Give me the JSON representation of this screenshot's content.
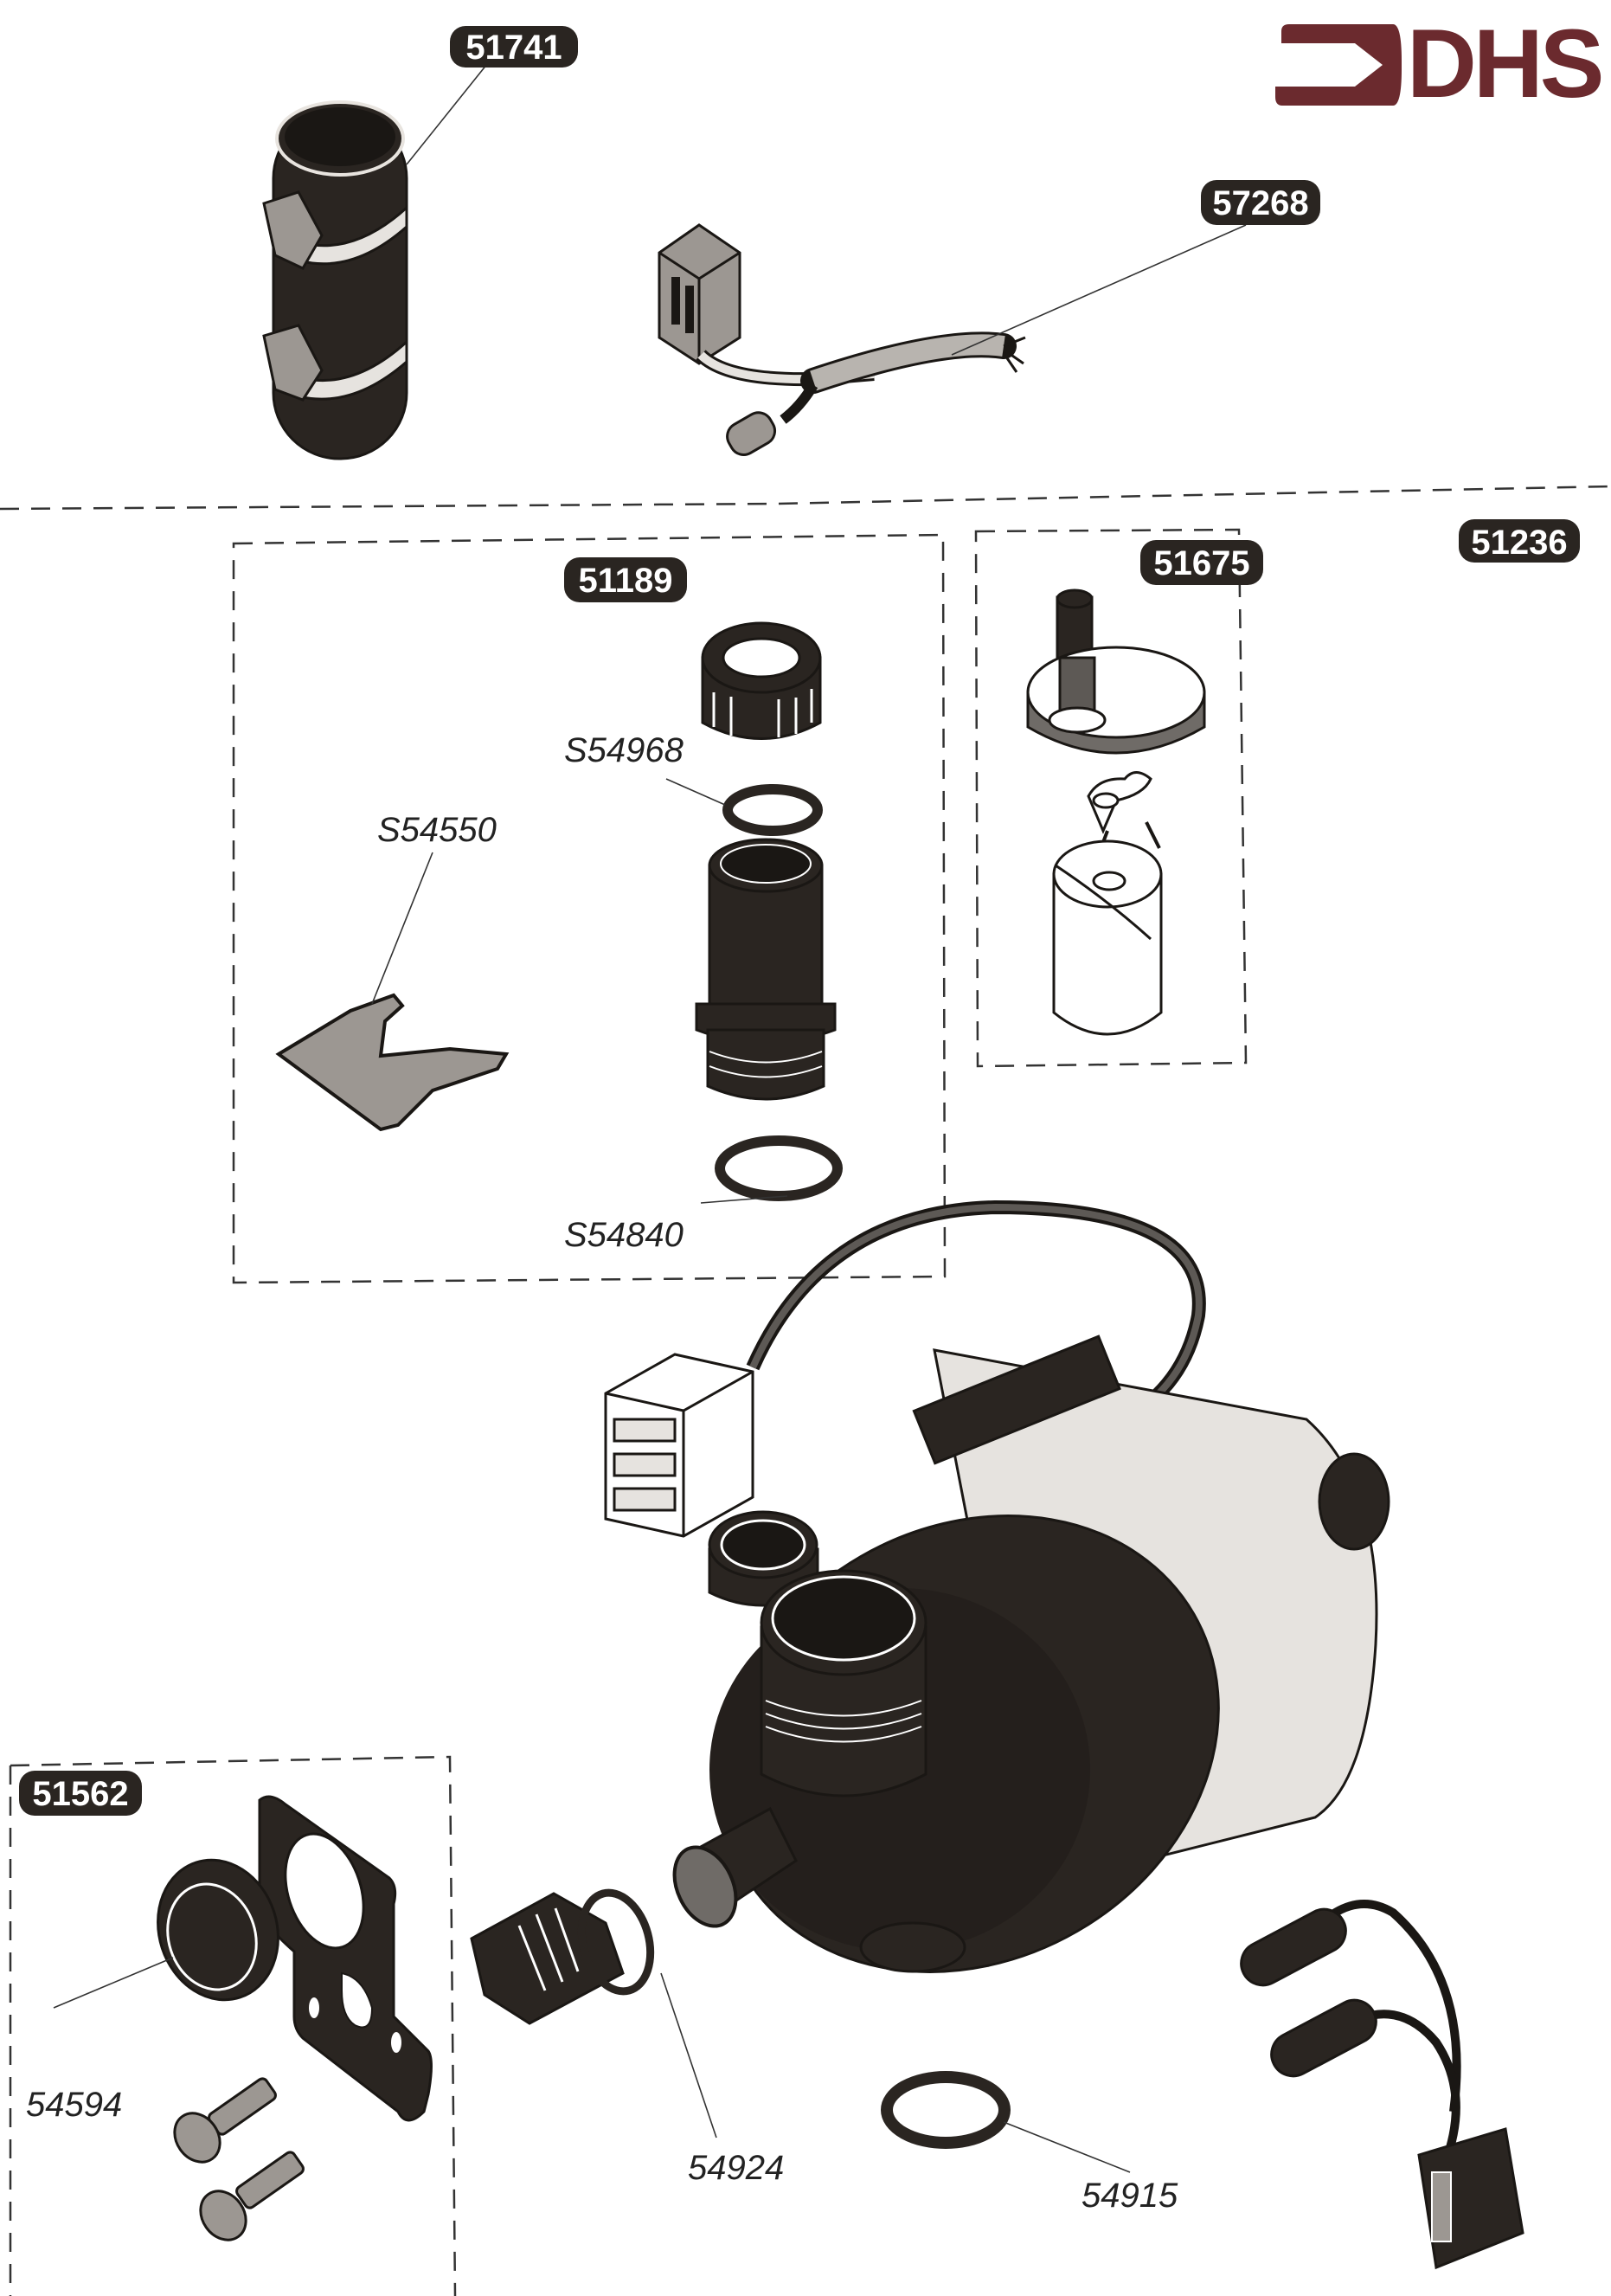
{
  "brand": {
    "logo_text": "DHS",
    "logo_color": "#6b2a2e"
  },
  "callouts": {
    "hose_kit": "51741",
    "wire_harness": "57268",
    "valve_kit": "51189",
    "thermostat_kit": "51675",
    "pump_assembly": "51236",
    "mounting_kit": "51562"
  },
  "parts": {
    "o_ring_upper": "S54968",
    "clip": "S54550",
    "o_ring_lower": "S54840",
    "bushing": "54594",
    "connector_seal": "54924",
    "outlet_o_ring": "54915"
  },
  "colors": {
    "badge_fill": "#2a2521",
    "ink": "#1a1714"
  }
}
